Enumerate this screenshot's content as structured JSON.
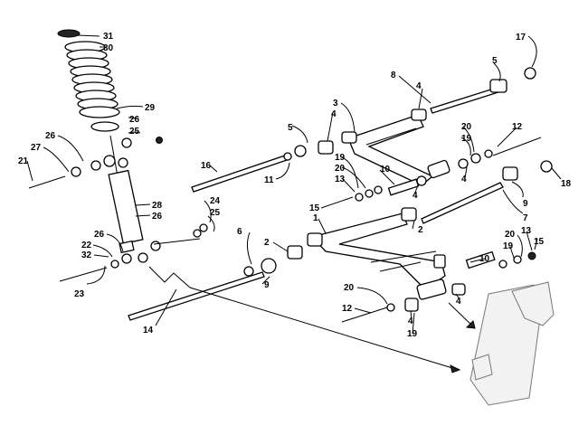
{
  "diagram": {
    "callouts": [
      {
        "id": "c31",
        "text": "31"
      },
      {
        "id": "c30",
        "text": "30"
      },
      {
        "id": "c29",
        "text": "29"
      },
      {
        "id": "c26a",
        "text": "26"
      },
      {
        "id": "c25a",
        "text": "25"
      },
      {
        "id": "c26b",
        "text": "26"
      },
      {
        "id": "c27",
        "text": "27"
      },
      {
        "id": "c21",
        "text": "21"
      },
      {
        "id": "c16",
        "text": "16"
      },
      {
        "id": "c28",
        "text": "28"
      },
      {
        "id": "c26c",
        "text": "26"
      },
      {
        "id": "c24",
        "text": "24"
      },
      {
        "id": "c25b",
        "text": "25"
      },
      {
        "id": "c26d",
        "text": "26"
      },
      {
        "id": "c22",
        "text": "22"
      },
      {
        "id": "c32",
        "text": "32"
      },
      {
        "id": "c23",
        "text": "23"
      },
      {
        "id": "c14",
        "text": "14"
      },
      {
        "id": "c17",
        "text": "17"
      },
      {
        "id": "c8",
        "text": "8"
      },
      {
        "id": "c5a",
        "text": "5"
      },
      {
        "id": "c4a",
        "text": "4"
      },
      {
        "id": "c3",
        "text": "3"
      },
      {
        "id": "c4b",
        "text": "4"
      },
      {
        "id": "c5b",
        "text": "5"
      },
      {
        "id": "c11",
        "text": "11"
      },
      {
        "id": "c12a",
        "text": "12"
      },
      {
        "id": "c20a",
        "text": "20"
      },
      {
        "id": "c19a",
        "text": "19"
      },
      {
        "id": "c19b",
        "text": "19"
      },
      {
        "id": "c20b",
        "text": "20"
      },
      {
        "id": "c13a",
        "text": "13"
      },
      {
        "id": "c10a",
        "text": "10"
      },
      {
        "id": "c4c",
        "text": "4"
      },
      {
        "id": "c4d",
        "text": "4"
      },
      {
        "id": "c18",
        "text": "18"
      },
      {
        "id": "c9a",
        "text": "9"
      },
      {
        "id": "c7",
        "text": "7"
      },
      {
        "id": "c15a",
        "text": "15"
      },
      {
        "id": "c1",
        "text": "1"
      },
      {
        "id": "c2a",
        "text": "2"
      },
      {
        "id": "c6",
        "text": "6"
      },
      {
        "id": "c2b",
        "text": "2"
      },
      {
        "id": "c9b",
        "text": "9"
      },
      {
        "id": "c20c",
        "text": "20"
      },
      {
        "id": "c13b",
        "text": "13"
      },
      {
        "id": "c19c",
        "text": "19"
      },
      {
        "id": "c15b",
        "text": "15"
      },
      {
        "id": "c10b",
        "text": "10"
      },
      {
        "id": "c20d",
        "text": "20"
      },
      {
        "id": "c12b",
        "text": "12"
      },
      {
        "id": "c4e",
        "text": "4"
      },
      {
        "id": "c19d",
        "text": "19"
      },
      {
        "id": "c4f",
        "text": "4"
      }
    ]
  }
}
